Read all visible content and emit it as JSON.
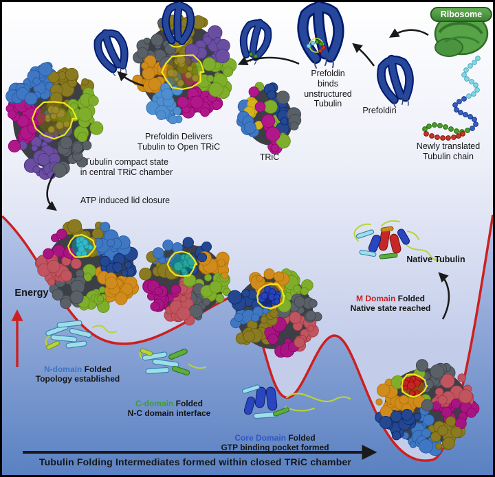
{
  "labels": {
    "ribosome": "Ribosome",
    "newly_translated": [
      "Newly translated",
      "Tubulin chain"
    ],
    "prefoldin": "Prefoldin",
    "prefoldin_binds": [
      "Prefoldin",
      "binds",
      "unstructured",
      "Tubulin"
    ],
    "tric": "TRiC",
    "prefoldin_delivers": [
      "Prefoldin Delivers",
      "Tubulin to Open TRiC"
    ],
    "tubulin_compact": [
      "Tubulin compact state",
      "in central TRiC chamber"
    ],
    "atp_closure": "ATP induced lid closure",
    "energy": "Energy",
    "n_domain": {
      "name": "N-domain",
      "rest": " Folded",
      "line2": "Topology established",
      "color": "#3b76c4"
    },
    "c_domain": {
      "name": "C-domain",
      "rest": " Folded",
      "line2": "N-C domain interface",
      "color": "#3f9b3f"
    },
    "core_domain": {
      "name": "Core Domain",
      "rest": " Folded",
      "line2": "GTP binding pocket formed",
      "color": "#2f55c4"
    },
    "m_domain": {
      "name": "M Domain",
      "rest": " Folded",
      "line2": "Native state reached",
      "color": "#cc2222"
    },
    "native_tubulin": "Native Tubulin",
    "bottom_axis": "Tubulin Folding Intermediates formed within closed TRiC chamber"
  },
  "colors": {
    "curve_red": "#cc2020",
    "arrow_black": "#1a1a1a",
    "yellow_outline": "#f2e61e",
    "prefoldin_navy": "#27479a",
    "ribosome_green": "#4a9440",
    "tubulin_olive": "#9a8a2e",
    "patch_n": "#35b8c8",
    "patch_c": "#2aa39a",
    "patch_core": "#2743b8",
    "patch_m": "#c22525",
    "tric_palette": [
      "#3f77c2",
      "#d4b31e",
      "#b0188a",
      "#7fae2c",
      "#24478f",
      "#5a6068"
    ],
    "closed_palette": [
      "#24478f",
      "#cf8c1c",
      "#7fae2c",
      "#5a6068",
      "#c05560",
      "#a81583",
      "#8a7a22",
      "#3f77c2"
    ],
    "open_palette": [
      "#7fae2c",
      "#5a6068",
      "#6a4fa0",
      "#b0188a",
      "#3f77c2",
      "#8a7a22"
    ],
    "deliver_palette": [
      "#7fae2c",
      "#b0188a",
      "#4f8fd0",
      "#cf8c1c",
      "#5a6068",
      "#8a7a22",
      "#6a4fa0"
    ],
    "chain": {
      "cyan": "#7fd8e8",
      "blue": "#3b5fc0",
      "green": "#4f9b2f",
      "red": "#c0392b"
    }
  }
}
